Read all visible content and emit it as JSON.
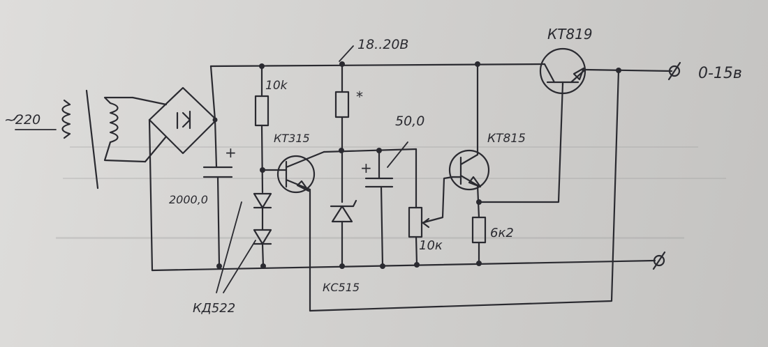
{
  "colors": {
    "ink": "#2a2a30",
    "paper": "#d6d5d3"
  },
  "labels": {
    "mains": "~220",
    "supply_voltage": "18..20В",
    "output_voltage": "0-15в",
    "resistor_r1": "10k",
    "resistor_r_sel": "*",
    "transistor_q1": "КТ315",
    "transistor_q2": "КТ815",
    "transistor_q3": "КТ819",
    "capacitor_c1": "2000,0",
    "capacitor_c2": "50,0",
    "plus_c1": "+",
    "plus_c2": "+",
    "diodes": "КД522",
    "zener": "КС515",
    "pot": "10к",
    "resistor_r3": "6к2"
  }
}
